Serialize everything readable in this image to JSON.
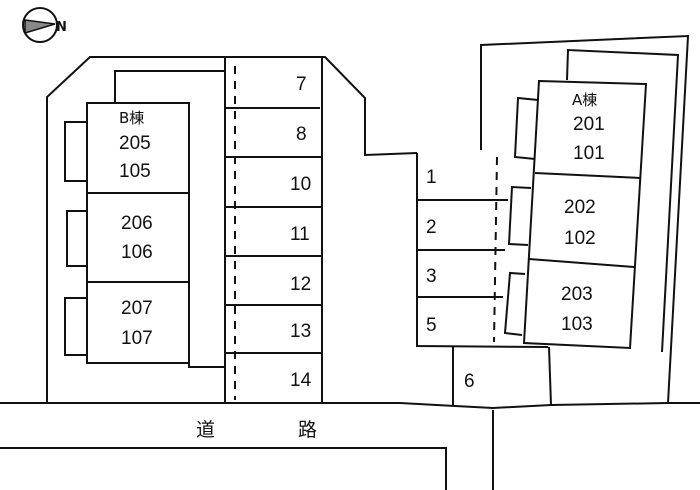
{
  "compass": {
    "label": "N"
  },
  "building_b": {
    "name": "B棟",
    "units": [
      [
        "205",
        "105"
      ],
      [
        "206",
        "106"
      ],
      [
        "207",
        "107"
      ]
    ]
  },
  "building_a": {
    "name": "A棟",
    "units": [
      [
        "201",
        "101"
      ],
      [
        "202",
        "102"
      ],
      [
        "203",
        "103"
      ]
    ]
  },
  "parking_left": [
    "7",
    "8",
    "10",
    "11",
    "12",
    "13",
    "14"
  ],
  "parking_right": [
    "1",
    "2",
    "3",
    "5"
  ],
  "parking_6": "6",
  "road": {
    "char1": "道",
    "char2": "路"
  }
}
